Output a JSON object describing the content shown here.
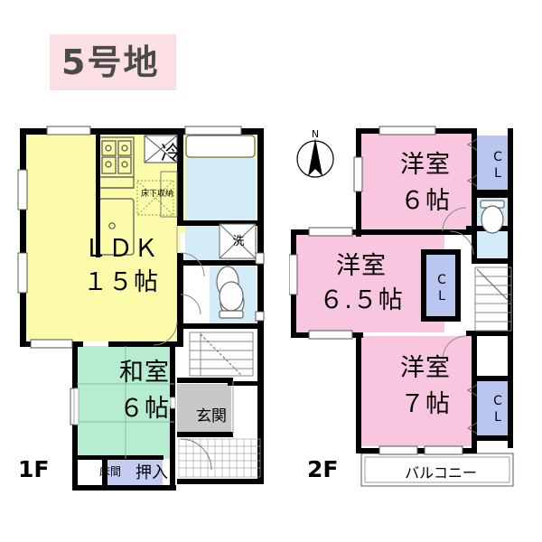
{
  "title": {
    "text": "5号地",
    "banner_color": "#fbdfe3"
  },
  "floors": {
    "first_label": "1F",
    "second_label": "2F"
  },
  "compass": {
    "label": "N",
    "name": "north-arrow"
  },
  "colors": {
    "ldk": "#fbfbaa",
    "washitsu": "#b6ecd0",
    "bedroom": "#f9c6e0",
    "closet": "#b9c6f0",
    "water": "#d4ecf7",
    "genkan": "#c8c8c8",
    "wall": "#000000",
    "balcony": "#ffffff"
  },
  "floor1": {
    "rooms": [
      {
        "key": "ldk",
        "name": "LDK",
        "line1": "ＬＤＫ",
        "line2": "１５帖"
      },
      {
        "key": "washitsu",
        "name": "Japanese room",
        "line1": "和室",
        "line2": "６帖"
      },
      {
        "key": "genkan",
        "name": "Entrance",
        "line1": "玄関",
        "line2": ""
      }
    ],
    "fixtures": [
      {
        "key": "fridge",
        "label": "冷",
        "name": "refrigerator-space"
      },
      {
        "key": "under_floor",
        "label": "床下収納",
        "name": "under-floor-storage"
      },
      {
        "key": "washer",
        "label": "洗",
        "name": "washing-machine-space"
      },
      {
        "key": "tokonoma",
        "label": "床間",
        "name": "tokonoma-alcove"
      },
      {
        "key": "oshiire",
        "label": "押入",
        "name": "closet-oshiire"
      }
    ]
  },
  "floor2": {
    "rooms": [
      {
        "key": "bed_top",
        "name": "Western room 6",
        "line1": "洋室",
        "line2": "６帖"
      },
      {
        "key": "bed_mid",
        "name": "Western room 6.5",
        "line1": "洋室",
        "line2": "６.５帖"
      },
      {
        "key": "bed_bottom",
        "name": "Western room 7",
        "line1": "洋室",
        "line2": "７帖"
      }
    ],
    "closets": [
      {
        "key": "cl_top",
        "label_top": "C",
        "label_bottom": "L",
        "name": "closet-top"
      },
      {
        "key": "cl_mid",
        "label_top": "C",
        "label_bottom": "L",
        "name": "closet-middle"
      },
      {
        "key": "cl_bottom",
        "label_top": "C",
        "label_bottom": "L",
        "name": "closet-bottom"
      }
    ],
    "balcony": {
      "label": "バルコニー",
      "name": "balcony"
    }
  }
}
